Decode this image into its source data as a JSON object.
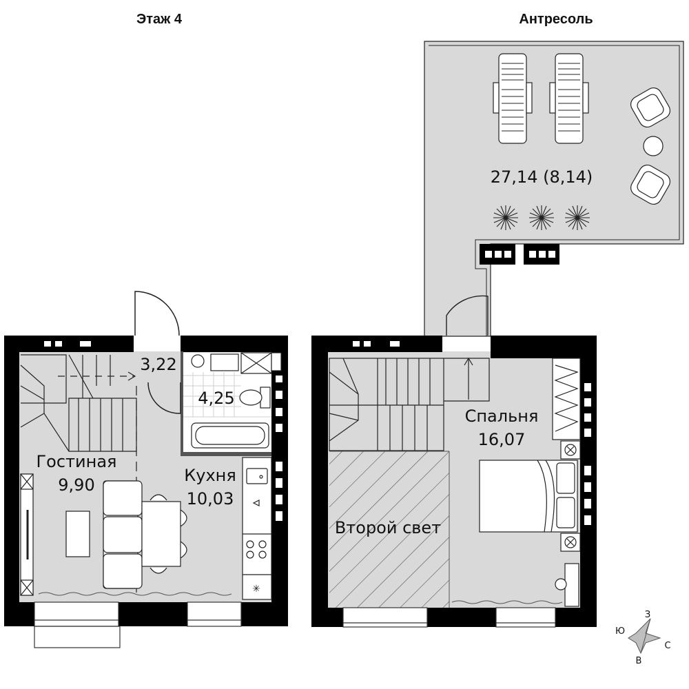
{
  "floors": {
    "floor4_title": "Этаж 4",
    "mezzanine_title": "Антресоль"
  },
  "rooms": {
    "hall_area": "3,22",
    "bath_area": "4,25",
    "living_name": "Гостиная",
    "living_area": "9,90",
    "kitchen_name": "Кухня",
    "kitchen_area": "10,03",
    "terrace_area": "27,14 (8,14)",
    "bedroom_name": "Спальня",
    "bedroom_area": "16,07",
    "second_light": "Второй свет"
  },
  "compass": {
    "north": "З",
    "south": "В",
    "west": "Ю",
    "east": "С"
  },
  "colors": {
    "floor_fill": "#d9d9d9",
    "wall": "#000000",
    "line": "#333333"
  }
}
